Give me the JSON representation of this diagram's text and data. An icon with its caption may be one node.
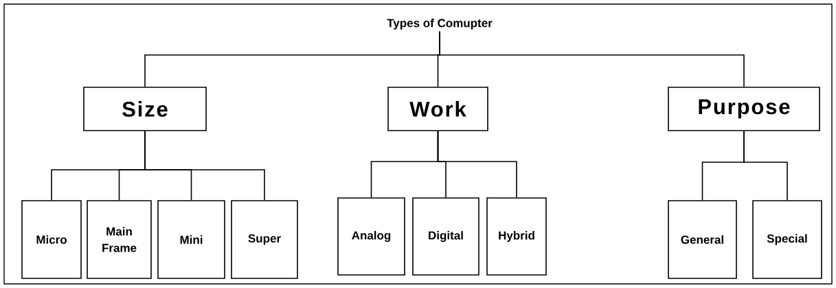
{
  "diagram": {
    "nodes": [
      {
        "text": [
          "Types of Comupter"
        ]
      },
      {
        "text": [
          "Size"
        ]
      },
      {
        "text": [
          "Work"
        ]
      },
      {
        "text": [
          "Purpose"
        ]
      },
      {
        "text": [
          "Micro"
        ]
      },
      {
        "text": [
          "Main Frame"
        ]
      },
      {
        "text": [
          "Mini"
        ]
      },
      {
        "text": [
          "Super"
        ]
      },
      {
        "text": [
          "Analog"
        ]
      },
      {
        "text": [
          "Digital"
        ]
      },
      {
        "text": [
          "Hybrid"
        ]
      },
      {
        "text": [
          "General"
        ]
      },
      {
        "text": [
          "Special"
        ]
      }
    ],
    "edges": [
      {
        "from": 0,
        "to": 1,
        "arrow": "none"
      },
      {
        "from": 0,
        "to": 2,
        "arrow": "none"
      },
      {
        "from": 0,
        "to": 3,
        "arrow": "none"
      },
      {
        "from": 1,
        "to": 4,
        "arrow": "none"
      },
      {
        "from": 1,
        "to": 5,
        "arrow": "none"
      },
      {
        "from": 1,
        "to": 6,
        "arrow": "none"
      },
      {
        "from": 1,
        "to": 7,
        "arrow": "none"
      },
      {
        "from": 2,
        "to": 8,
        "arrow": "none"
      },
      {
        "from": 2,
        "to": 9,
        "arrow": "none"
      },
      {
        "from": 2,
        "to": 10,
        "arrow": "none"
      },
      {
        "from": 3,
        "to": 11,
        "arrow": "none"
      },
      {
        "from": 3,
        "to": 12,
        "arrow": "none"
      }
    ]
  }
}
